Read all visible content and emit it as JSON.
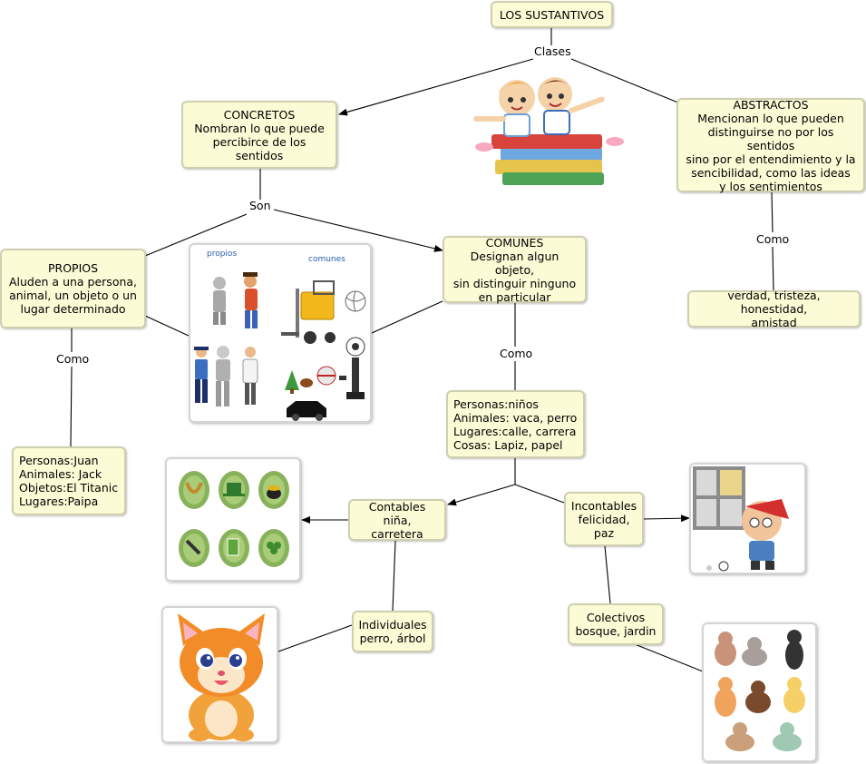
{
  "nodes": {
    "sustantivos": "LOS SUSTANTIVOS",
    "concretos": "CONCRETOS\nNombran lo que puede\npercibirce de los sentidos",
    "abstractos": "ABSTRACTOS\nMencionan lo que pueden\ndistinguirse no por los sentidos\nsino por el entendimiento y la\nsencibilidad, como las ideas\ny los sentimientos",
    "propios": "PROPIOS\nAluden a una persona,\nanimal, un objeto o un\nlugar determinado",
    "comunes": "COMUNES\nDesignan algun objeto,\nsin distinguir ninguno\nen particular",
    "abstractos_ej": "verdad, tristeza, honestidad,\namistad",
    "propios_ej": "Personas:Juan\nAnimales: Jack\nObjetos:El Titanic\nLugares:Paipa",
    "comunes_ej": "Personas:niños\nAnimales: vaca, perro\nLugares:calle, carrera\nCosas: Lapiz, papel",
    "contables": "Contables\nniña, carretera",
    "incontables": "Incontables\nfelicidad,\npaz",
    "individuales": "Individuales\nperro, árbol",
    "colectivos": "Colectivos\nbosque, jardin"
  },
  "link_labels": {
    "clases": "Clases",
    "son": "Son",
    "como_abstractos": "Como",
    "como_propios": "Como",
    "como_comunes": "Como"
  },
  "image_labels": {
    "propios": "propios",
    "comunes": "comunes"
  },
  "colors": {
    "node_fill": "#fbfbd6",
    "node_border": "#cfcfb0",
    "line": "#000000"
  }
}
